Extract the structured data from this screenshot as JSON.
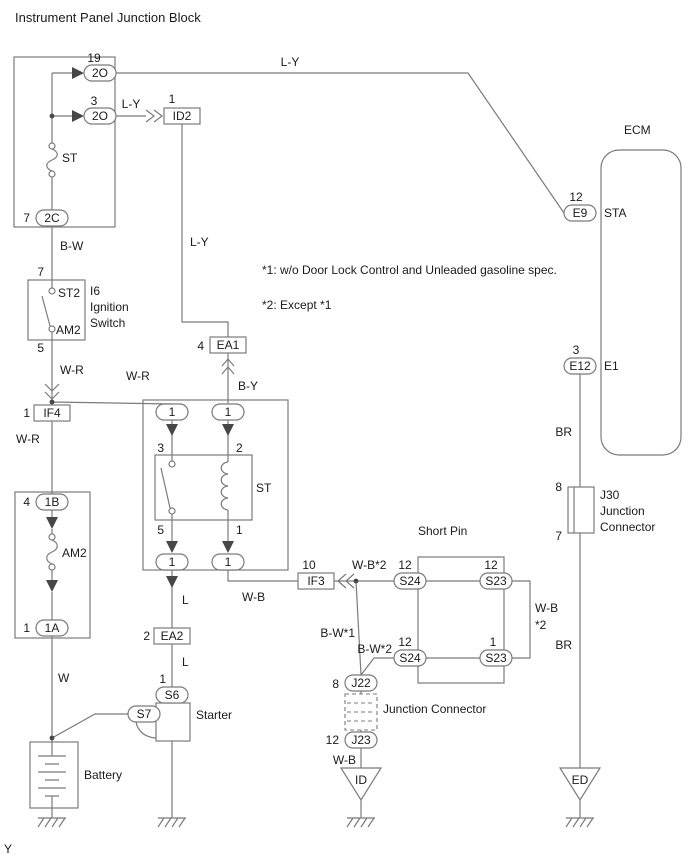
{
  "title": "Instrument Panel Junction Block",
  "page_mark": "Y",
  "notes": {
    "note1": "*1: w/o Door Lock Control and Unleaded gasoline spec.",
    "note2": "*2: Except *1"
  },
  "junction_block": {
    "conn_2o_top": {
      "pin": "19",
      "label": "2O"
    },
    "conn_2o_bottom": {
      "pin": "3",
      "label": "2O"
    },
    "fuse_st": "ST",
    "conn_2c": {
      "pin": "7",
      "label": "2C"
    }
  },
  "id2": {
    "pin": "1",
    "label": "ID2"
  },
  "ea1": {
    "pin": "4",
    "label": "EA1"
  },
  "ea2": {
    "pin": "2",
    "label": "EA2"
  },
  "if4": {
    "pin": "1",
    "label": "IF4"
  },
  "if3": {
    "pin": "10",
    "label": "IF3"
  },
  "ignition_switch": {
    "pin_top": "7",
    "terminal_top": "ST2",
    "terminal_bottom": "AM2",
    "name_line1": "I6",
    "name_line2": "Ignition",
    "name_line3": "Switch",
    "pin_bottom": "5"
  },
  "fusible_link_block": {
    "conn_1b": {
      "pin": "4",
      "label": "1B"
    },
    "fuse_am2": "AM2",
    "conn_1a": {
      "pin": "1",
      "label": "1A"
    }
  },
  "battery": {
    "label": "Battery"
  },
  "st_relay": {
    "conn_top_left": "1",
    "conn_top_right": "1",
    "pin_3": "3",
    "pin_2": "2",
    "name": "ST",
    "pin_5": "5",
    "pin_1": "1",
    "conn_bottom_left": "1",
    "conn_bottom_right": "1"
  },
  "starter": {
    "pin_s6": "1",
    "s6": "S6",
    "s7": "S7",
    "label": "Starter"
  },
  "short_pin": {
    "title": "Short Pin",
    "s24_top": {
      "pin": "12",
      "label": "S24"
    },
    "s23_top": {
      "pin": "12",
      "label": "S23"
    },
    "s24_bottom": {
      "pin": "12",
      "label": "S24"
    },
    "s23_bottom": {
      "pin": "1",
      "label": "S23"
    }
  },
  "junction_connector": {
    "j22": {
      "pin": "8",
      "label": "J22"
    },
    "j23": {
      "pin": "12",
      "label": "J23"
    },
    "name": "Junction Connector"
  },
  "ecm": {
    "label": "ECM",
    "e9": {
      "pin": "12",
      "label": "E9",
      "terminal": "STA"
    },
    "e12": {
      "pin": "3",
      "label": "E12",
      "terminal": "E1"
    }
  },
  "j30": {
    "pin_top": "8",
    "pin_bottom": "7",
    "name_line1": "J30",
    "name_line2": "Junction",
    "name_line3": "Connector"
  },
  "grounds": {
    "id": "ID",
    "ed": "ED"
  },
  "wire_labels": {
    "ly_top": "L-Y",
    "ly_to_id2": "L-Y",
    "ly_mid": "L-Y",
    "bw": "B-W",
    "wr_below_switch": "W-R",
    "wr_branch": "W-R",
    "wr_below_if4": "W-R",
    "by": "B-Y",
    "w": "W",
    "l_above_ea2": "L",
    "l_below_ea2": "L",
    "wb_relay": "W-B",
    "wb2_if3": "W-B*2",
    "wb_right_line1": "W-B",
    "wb_right_line2": "*2",
    "bw_star1": "B-W*1",
    "bw_star2": "B-W*2",
    "wb_ground": "W-B",
    "br_upper": "BR",
    "br_lower": "BR"
  }
}
